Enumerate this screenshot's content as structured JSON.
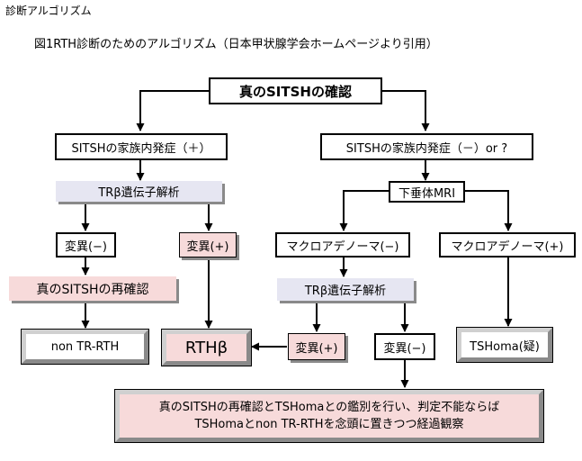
{
  "heading": "診断アルゴリズム",
  "caption": "図1RTH診断のためのアルゴリズム（日本甲状腺学会ホームページより引用）",
  "nodes": {
    "confirm_sitsh": "真のSITSHの確認",
    "family_pos": "SITSHの家族内発症（＋）",
    "family_neg": "SITSHの家族内発症（－）or ?",
    "trb_left": "TRβ遺伝子解析",
    "pituitary_mri": "下垂体MRI",
    "mut_neg_left": "変異(−)",
    "mut_pos_left": "変異(+)",
    "macro_neg": "マクロアデノーマ(−)",
    "macro_pos": "マクロアデノーマ(+)",
    "reconfirm": "真のSITSHの再確認",
    "trb_right": "TRβ遺伝子解析",
    "non_tr_rth": "non TR-RTH",
    "rth_beta": "RTHβ",
    "mut_pos_right": "変異(+)",
    "mut_neg_right": "変異(−)",
    "tshoma_suspect": "TSHoma(疑)",
    "final_line1": "真のSITSHの再確認とTSHomaとの鑑別を行い、判定不能ならば",
    "final_line2": "TSHomaとnon TR-RTHを念頭に置きつつ経過観察"
  }
}
